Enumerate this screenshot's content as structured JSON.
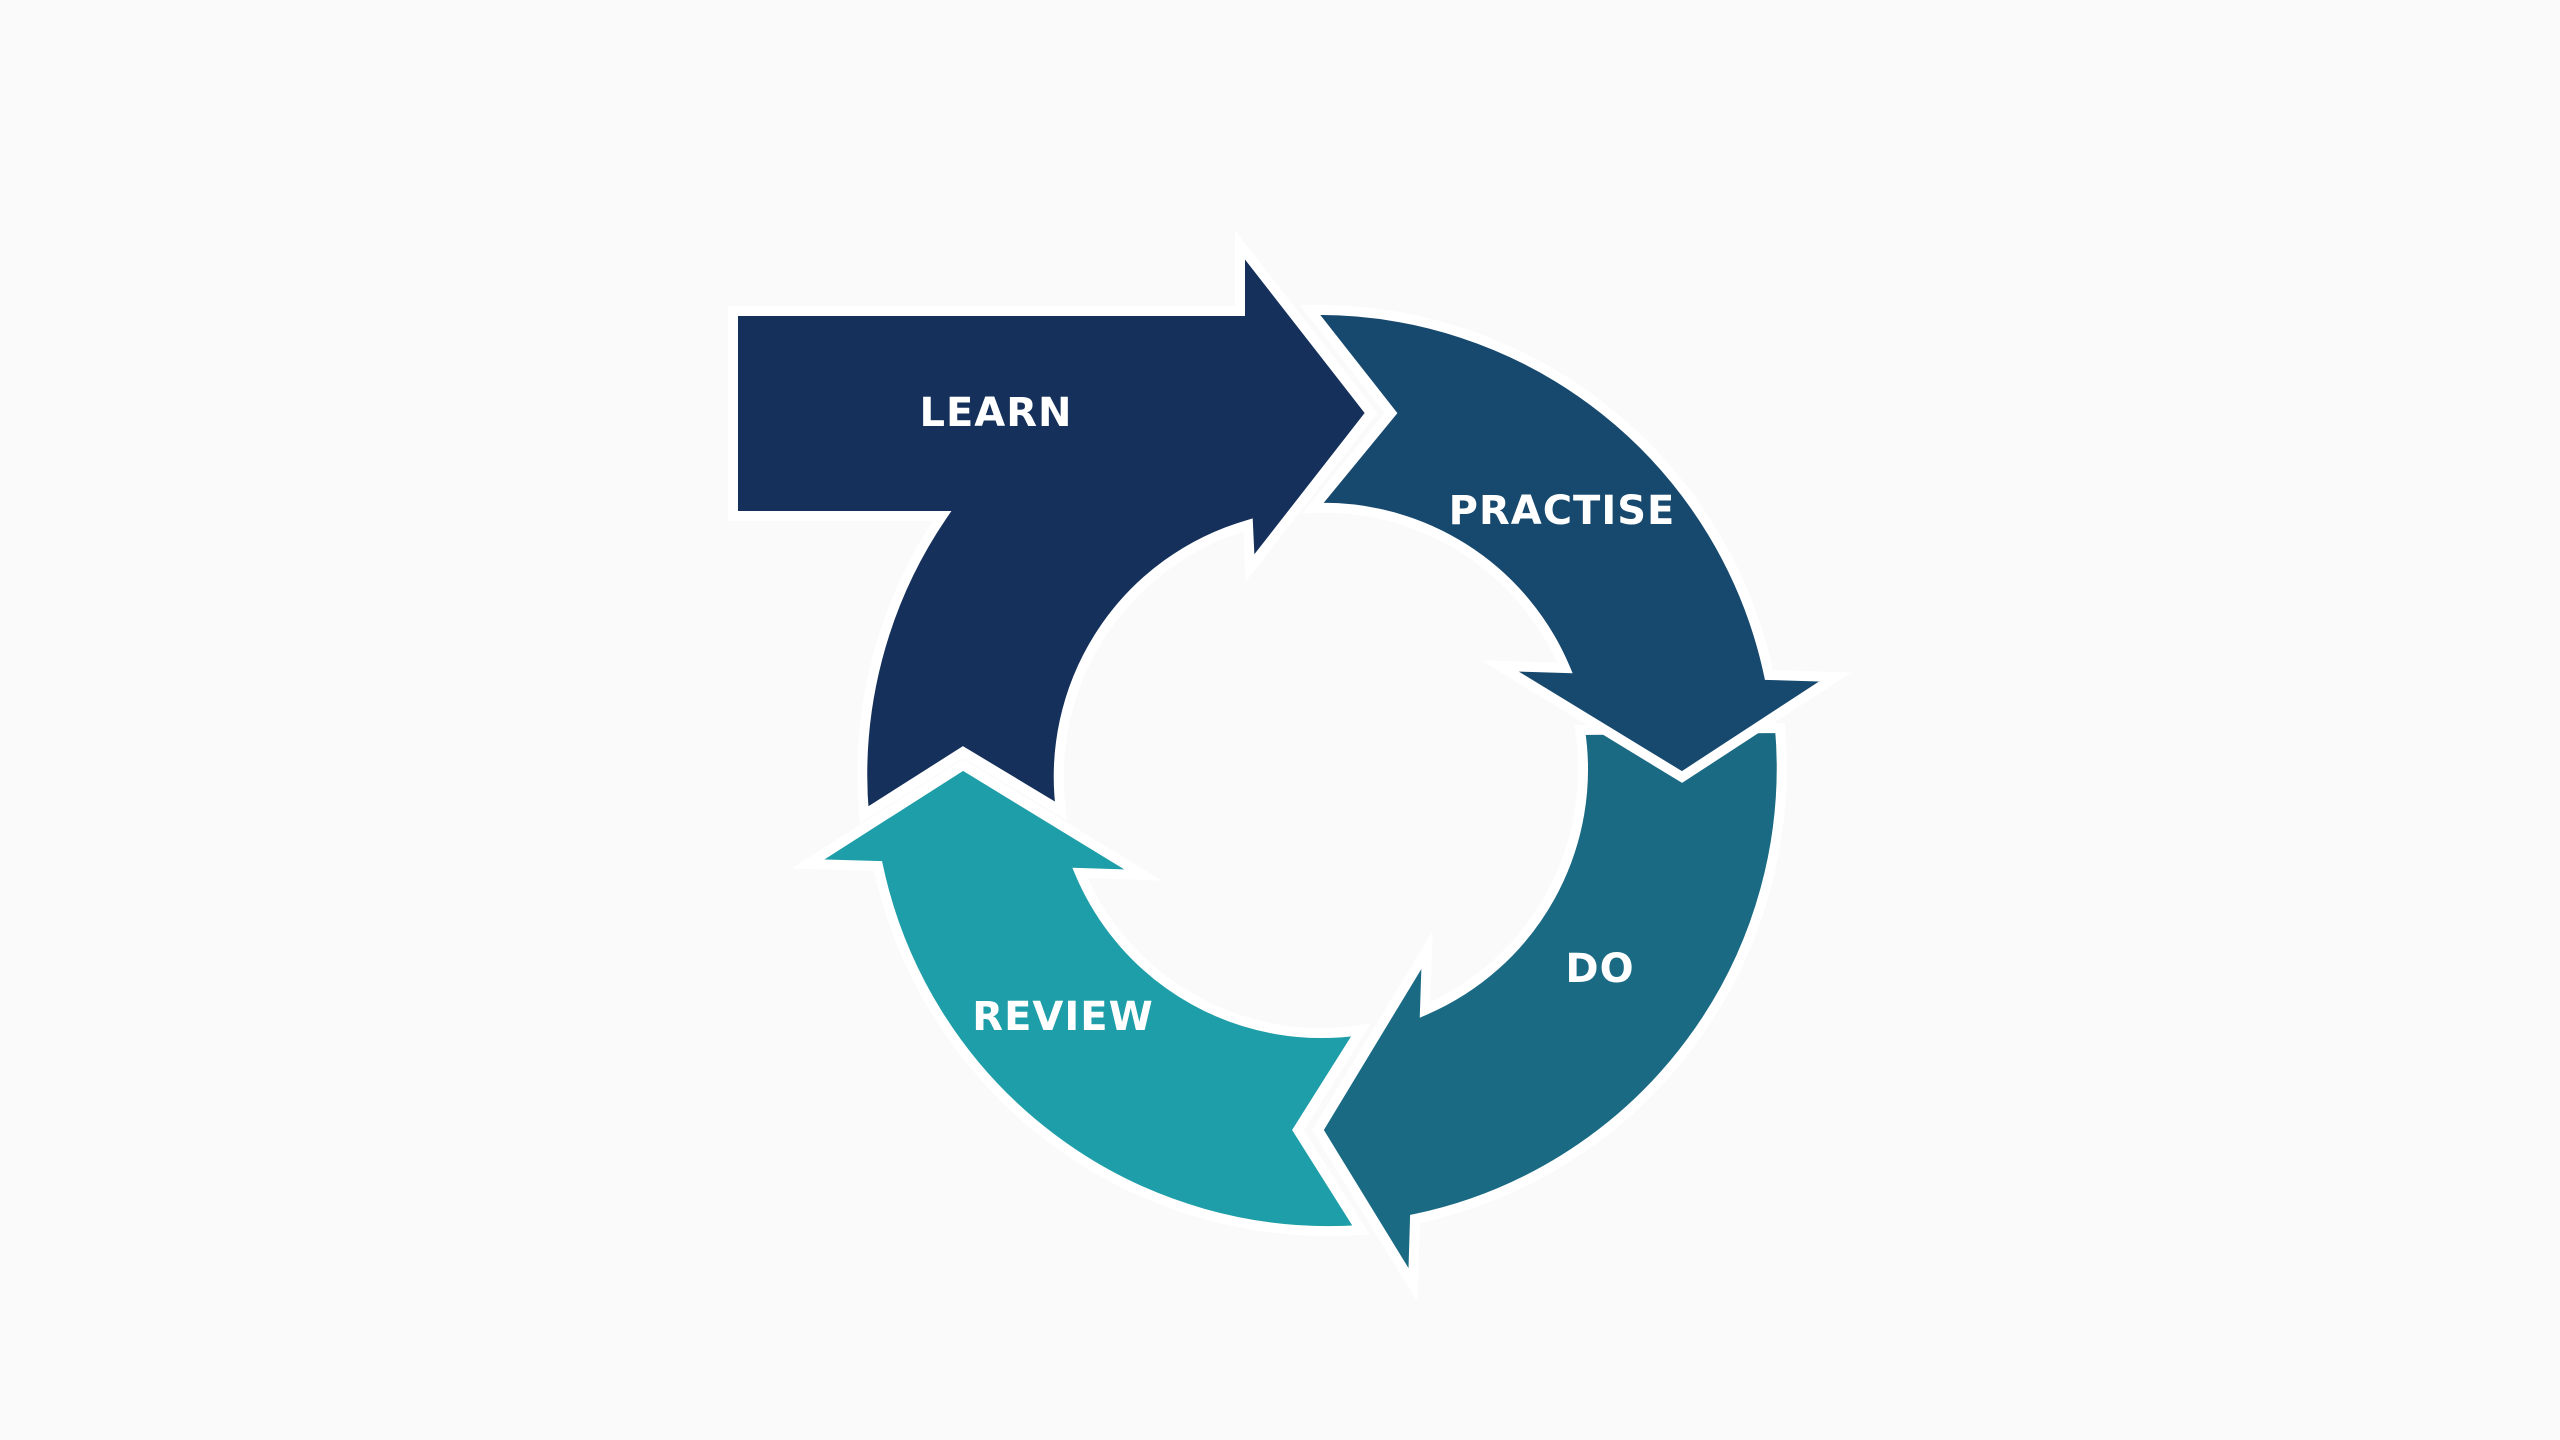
{
  "diagram": {
    "type": "cycle",
    "background": "#fafafa",
    "steps": [
      {
        "label": "LEARN",
        "color": "#15305a"
      },
      {
        "label": "PRACTISE",
        "color": "#17496e"
      },
      {
        "label": "DO",
        "color": "#1a6a84"
      },
      {
        "label": "REVIEW",
        "color": "#1e9ea8"
      }
    ]
  }
}
